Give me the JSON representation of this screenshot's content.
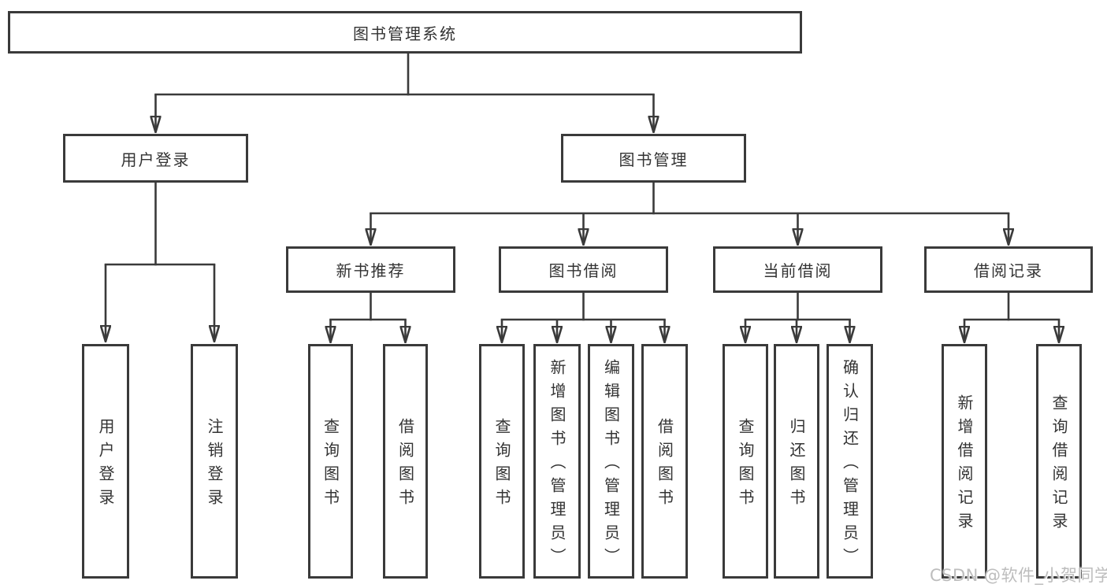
{
  "tree": {
    "label": "图书管理系统",
    "children": [
      {
        "label": "用户登录",
        "children": [
          {
            "label": "用户登录"
          },
          {
            "label": "注销登录"
          }
        ]
      },
      {
        "label": "图书管理",
        "children": [
          {
            "label": "新书推荐",
            "children": [
              {
                "label": "查询图书"
              },
              {
                "label": "借阅图书"
              }
            ]
          },
          {
            "label": "图书借阅",
            "children": [
              {
                "label": "查询图书"
              },
              {
                "label": "新增图书（管理员）"
              },
              {
                "label": "编辑图书（管理员）"
              },
              {
                "label": "借阅图书"
              }
            ]
          },
          {
            "label": "当前借阅",
            "children": [
              {
                "label": "查询图书"
              },
              {
                "label": "归还图书"
              },
              {
                "label": "确认归还（管理员）"
              }
            ]
          },
          {
            "label": "借阅记录",
            "children": [
              {
                "label": "新增借阅记录"
              },
              {
                "label": "查询借阅记录"
              }
            ]
          }
        ]
      }
    ]
  },
  "watermark": "CSDN @软件_小贺同学",
  "colors": {
    "line": "#3a3a3a",
    "box_border": "#3a3a3a",
    "text": "#333333",
    "watermark": "#bdbdbd",
    "background": "#ffffff"
  }
}
